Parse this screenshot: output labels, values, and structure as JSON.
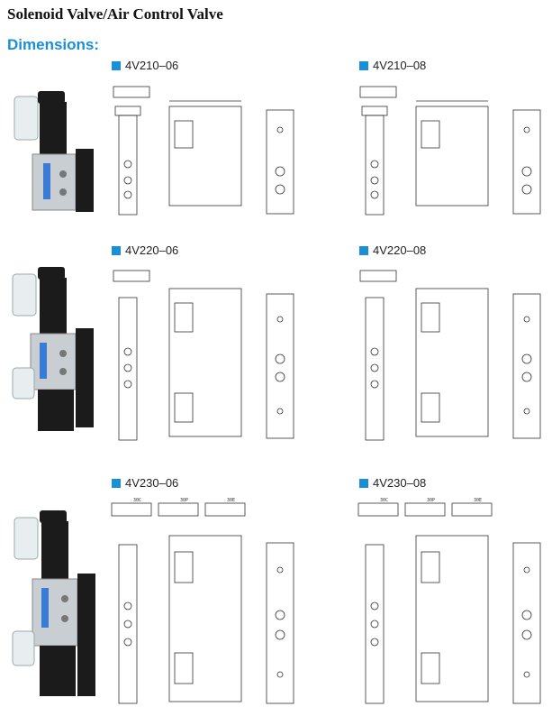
{
  "header": {
    "title": "Solenoid Valve/Air Control Valve",
    "subtitle": "Dimensions:"
  },
  "colors": {
    "accent": "#1a8fd8",
    "valve_body": "#1b1b1b",
    "valve_aluminum": "#c9ced3",
    "coil_cover": "#e8eef0"
  },
  "sections": [
    {
      "label": "4V210–06"
    },
    {
      "label": "4V210–08"
    },
    {
      "label": "4V220–06"
    },
    {
      "label": "4V220–08"
    },
    {
      "label": "4V230–06"
    },
    {
      "label": "4V230–08"
    }
  ],
  "schematic_labels": {
    "c30": "30C",
    "p30": "30P",
    "e30": "30E"
  }
}
